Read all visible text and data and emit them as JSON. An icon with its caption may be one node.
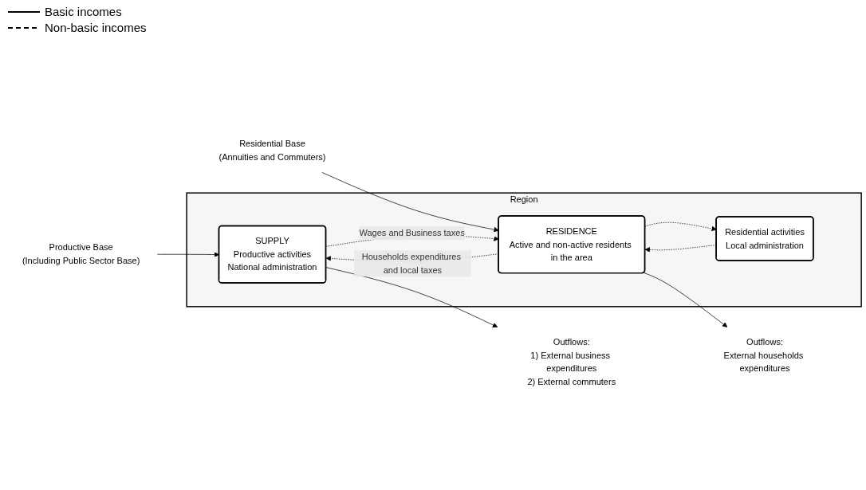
{
  "diagram": {
    "nodes": [
      {
        "text": [
          "Region"
        ]
      },
      {
        "text": [
          "SUPPLY",
          "Productive activities",
          "National administration"
        ],
        "in": 0
      },
      {
        "text": [
          "Residential activities",
          "Local administration"
        ],
        "in": 0
      },
      {
        "text": [
          "RESIDENCE",
          "Active and non-active residents in the area"
        ],
        "in": 0
      },
      {
        "text": [
          "Productive Base",
          "(Including Public Sector Base)"
        ]
      },
      {
        "text": [
          "Outflows:",
          "1) External business expenditures",
          "2) External commuters"
        ]
      },
      {
        "text": [
          "Residential Base",
          "(Annuities and Commuters)"
        ]
      },
      {
        "text": [
          "Outflows:",
          "External households expenditures"
        ]
      }
    ],
    "edges": [
      {
        "from": 4,
        "to": 1,
        "arrow": "to"
      },
      {
        "from": 1,
        "to": 5,
        "arrow": "to"
      },
      {
        "from": 6,
        "to": 3,
        "arrow": "to"
      },
      {
        "from": 3,
        "to": 7,
        "arrow": "to"
      },
      {
        "from": 3,
        "to": 1,
        "arrow": "to",
        "style": "dashed",
        "label": "Households expenditures and local taxes"
      },
      {
        "from": 3,
        "to": 2,
        "arrow": "to",
        "style": "dashed"
      },
      {
        "from": 1,
        "to": 3,
        "arrow": "to",
        "style": "dashed",
        "label": "Wages and Business taxes"
      },
      {
        "from": 2,
        "to": 3,
        "arrow": "to",
        "style": "dashed"
      }
    ],
    "legend": [
      {
        "text": "Basic incomes"
      },
      {
        "text": "Non-basic incomes"
      }
    ]
  }
}
